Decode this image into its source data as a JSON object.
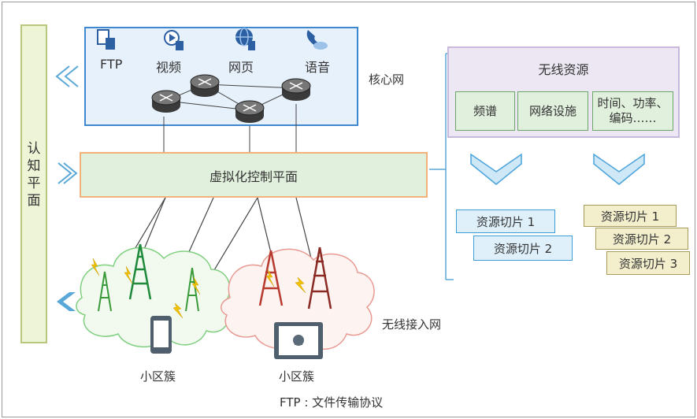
{
  "cognitive_plane": {
    "label": "认\n知\n平\n面"
  },
  "core_network": {
    "label": "核心网",
    "services": [
      {
        "label": "FTP",
        "icon": "ftp-icon"
      },
      {
        "label": "视频",
        "icon": "video-icon"
      },
      {
        "label": "网页",
        "icon": "globe-icon"
      },
      {
        "label": "语音",
        "icon": "phone-icon"
      }
    ]
  },
  "control_plane": {
    "label": "虚拟化控制平面"
  },
  "wireless_resources": {
    "title": "无线资源",
    "items": [
      "频谱",
      "网络设施",
      "时间、功率、\n编码……"
    ]
  },
  "slices_set1": [
    "资源切片 1",
    "资源切片 2"
  ],
  "slices_set2": [
    "资源切片 1",
    "资源切片 2",
    "资源切片 3"
  ],
  "access_network": {
    "label": "无线接入网"
  },
  "clusters": [
    "小区簇",
    "小区簇"
  ],
  "footnote": "FTP : 文件传输协议",
  "colors": {
    "core_border": "#3f88cf",
    "control_border": "#f2b37a",
    "control_fill": "#e1f0dd",
    "cognitive_fill": "#eef4d6",
    "radio_fill": "#ece7f3",
    "arrow": "#5aa8d8"
  }
}
